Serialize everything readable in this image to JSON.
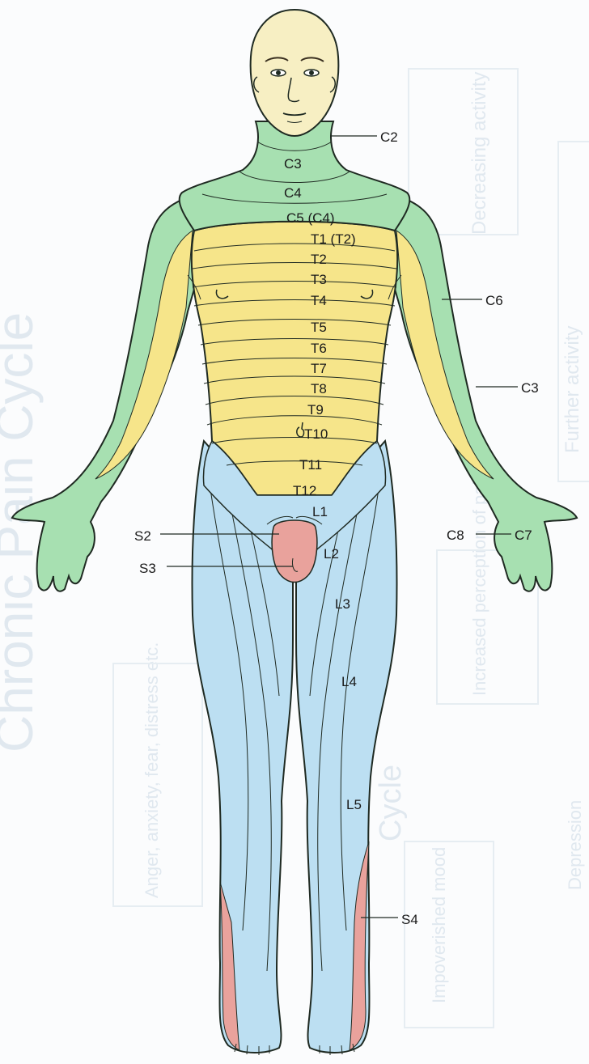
{
  "background_ghost": {
    "title": "Chronic Pain Cycle",
    "cycle_word": "Cycle",
    "box_decreasing": "Decreasing activity",
    "box_further": "Further activity",
    "box_anger": "Anger, anxiety, fear, distress etc.",
    "box_perception": "Increased perception of pain",
    "box_mood": "Impoverished mood",
    "box_deprecated": "Depression"
  },
  "regions": {
    "cervical_color": "#a7e0b1",
    "thoracic_color": "#f6e58a",
    "lumbar_color": "#bcdff2",
    "sacral_color": "#e9a29c",
    "skin_color": "#f7efc3"
  },
  "labels": {
    "c2": "C2",
    "c3_neck": "C3",
    "c4": "C4",
    "c5": "C5 (C4)",
    "t1": "T1 (T2)",
    "t2": "T2",
    "t3": "T3",
    "t4": "T4",
    "t5": "T5",
    "t6": "T6",
    "t7": "T7",
    "t8": "T8",
    "t9": "T9",
    "t10": "T10",
    "t11": "T11",
    "t12": "T12",
    "l1": "L1",
    "l2": "L2",
    "l3": "L3",
    "l4": "L4",
    "l5": "L5",
    "s2": "S2",
    "s3": "S3",
    "s4": "S4",
    "c6": "C6",
    "c3_arm": "C3",
    "c7": "C7",
    "c8": "C8"
  }
}
